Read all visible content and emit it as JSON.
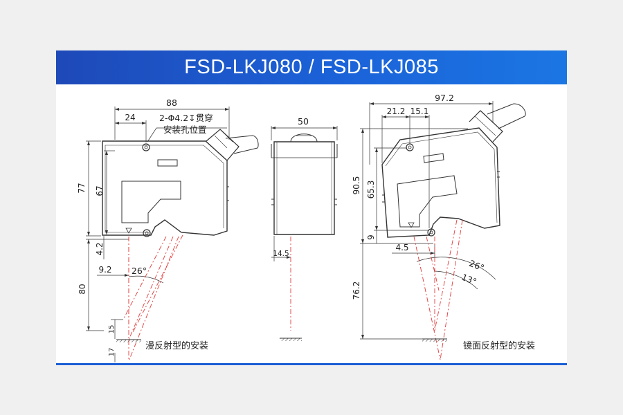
{
  "title": "FSD-LKJ080 / FSD-LKJ085",
  "left": {
    "width": "88",
    "offset": "24",
    "hole_note_line1": "2-Φ4.2↧贯穿",
    "hole_note_line2": "安装孔位置",
    "height_total": "77",
    "height_body": "67",
    "dim_4_2": "4.2",
    "dim_9_2": "9.2",
    "angle": "26°",
    "dim_80": "80",
    "dim_15": "15",
    "dim_17": "17",
    "caption": "漫反射型的安装"
  },
  "middle": {
    "width": "50",
    "dim_14_5": "14.5"
  },
  "right": {
    "width": "97.2",
    "dim_21_2": "21.2",
    "dim_15_1": "15.1",
    "dim_90_5": "90.5",
    "dim_65_3": "65.3",
    "dim_9": "9",
    "dim_4_5": "4.5",
    "angle_26": "26°",
    "angle_13": "13°",
    "dim_76_2": "76.2",
    "caption": "镜面反射型的安装"
  }
}
